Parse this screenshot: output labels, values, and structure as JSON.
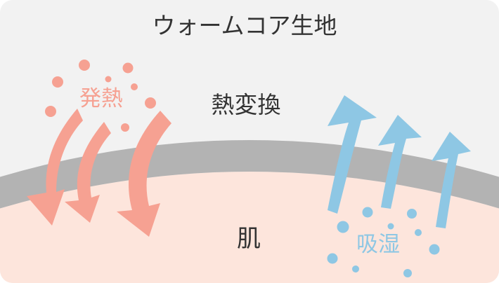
{
  "labels": {
    "title": "ウォームコア生地",
    "exchange": "熱変換",
    "skin": "肌",
    "heat": "発熱",
    "moisture": "吸湿"
  },
  "colors": {
    "background": "#f2f2f2",
    "fabric_band": "#b3b3b3",
    "skin": "#fde5dc",
    "heat": "#f6a192",
    "moisture": "#8ec7e4",
    "text": "#333333"
  },
  "icons": [
    "heat-arrow-icon",
    "moisture-arrow-icon",
    "heat-dot-icon",
    "moisture-dot-icon"
  ]
}
